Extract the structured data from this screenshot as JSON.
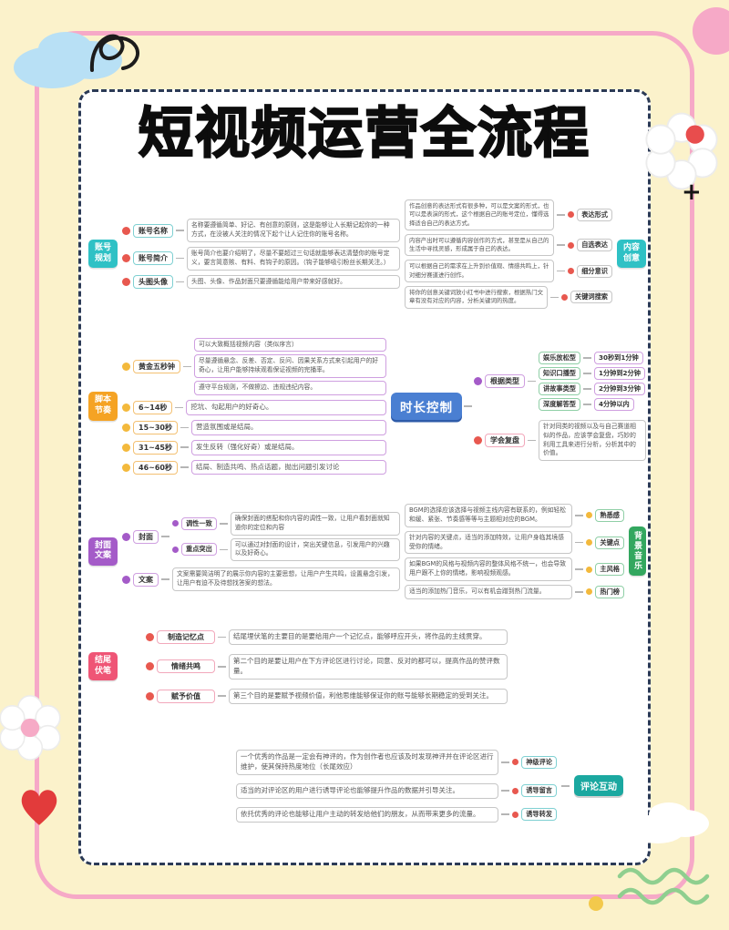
{
  "page": {
    "title": "短视频运营全流程"
  },
  "colors": {
    "background": "#fbf2cb",
    "frame_pink": "#f6a9c7",
    "card_border": "#2b3a56",
    "account": "#2fc1c5",
    "script": "#f5a324",
    "duration": "#4a7fd2",
    "cover": "#a45bc8",
    "bgm": "#33a75f",
    "ending": "#ef5576",
    "comments": "#1ba8a0"
  },
  "icons": {
    "sparkle": "+"
  },
  "account": {
    "tag": "账号规划",
    "items": [
      {
        "label": "账号名称",
        "desc": "名称要遵循简单、好记、有创意的原则，这是能够让人长期记起你的一种方式，在没被人关注的情况下起个让人记住你的账号名称。"
      },
      {
        "label": "账号简介",
        "desc": "账号简介也要介绍明了，尽量不要超过三句话就能够表达清楚你的账号定义，要言简意赅、有料、有钩子的原因。（钩子能够吸引粉丝长期关注。）"
      },
      {
        "label": "头图头像",
        "desc": "头图、头像、作品封面只要遵循能给用户带来好感就好。"
      }
    ]
  },
  "creative": {
    "tag": "内容创意",
    "items": [
      {
        "desc": "作品创意的表达形式有很多种，可以是文案的形式，也可以是表演的形式，这个根据自己的账号定位，懂得选择适合自己的表达方式。",
        "label": "表达形式"
      },
      {
        "desc": "内容产出时可以遵循内容创作的方式，甚至是从自己的生活中寻找灵感，形成属于自己的表达。",
        "label": "自选表达"
      },
      {
        "desc": "可以根据自己的需求在上升到价值观、情感共鸣上，针对细分赛道进行创作。",
        "label": "细分意识"
      },
      {
        "desc": "将你的创意关键词放小红书中进行搜索，根据热门文章有没有对应的内容，分析关键词的热度。",
        "label": "关键词搜索"
      }
    ]
  },
  "script": {
    "tag": "脚本节奏",
    "golden": {
      "label": "黄金五秒钟",
      "notes": [
        "可以大致概括视频内容（类似序言）",
        "尽量遵循悬念、反差、否定、反问、因果关系方式来引起用户的好奇心，让用户能够持续观看保证视频的完播率。",
        "遵守平台规则，不做擦边、违规违纪内容。"
      ]
    },
    "timeline": [
      {
        "label": "6~14秒",
        "desc": "挖坑、勾起用户的好奇心。"
      },
      {
        "label": "15~30秒",
        "desc": "营造氛围或是结局。"
      },
      {
        "label": "31~45秒",
        "desc": "发生反转（强化好奇）或是结局。"
      },
      {
        "label": "46~60秒",
        "desc": "结局、制造共鸣、热点话题，抛出问题引发讨论"
      }
    ]
  },
  "duration": {
    "title": "时长控制",
    "by_type": {
      "label": "根据类型",
      "types": [
        {
          "label": "娱乐放松型",
          "time": "30秒到1分钟"
        },
        {
          "label": "知识口播型",
          "time": "1分钟到2分钟"
        },
        {
          "label": "讲故事类型",
          "time": "2分钟到3分钟"
        },
        {
          "label": "深度解答型",
          "time": "4分钟以内"
        }
      ]
    },
    "review": {
      "label": "学会复盘",
      "desc": "针对同类的视频以及与自己赛道相似的作品，应该学会复盘，巧妙的利用工具来进行分析，分析其中的价值。"
    }
  },
  "cover": {
    "tag": "封面文案",
    "cover": {
      "label": "封面",
      "subs": [
        {
          "label": "调性一致",
          "desc": "确保封面的搭配和你内容的调性一致，让用户看封面就知道你的定位和内容"
        },
        {
          "label": "重点突出",
          "desc": "可以通过对封面的设计，突出关键信息，引发用户的兴趣以及好奇心。"
        }
      ]
    },
    "copy": {
      "label": "文案",
      "desc": "文案需要简洁明了的展示你内容的主要思想，让用户产生共鸣，设置悬念引发，让用户有迫不及待想找答案的想法。"
    }
  },
  "bgm": {
    "tag": "背景音乐",
    "items": [
      {
        "desc": "BGM的选择应该选择与视频主线内容有联系的，例如轻松和缓、紧张、节奏感等等与主题相对应的BGM。",
        "label": "熟悉感"
      },
      {
        "desc": "针对内容的关键点，适当的添加特效，让用户身临其境感受你的情绪。",
        "label": "关键点"
      },
      {
        "desc": "如果BGM的风格与视频内容的整体风格不统一，也会导致用户跟不上你的情绪，影响视频观感。",
        "label": "主风格"
      },
      {
        "desc": "适当的添加热门音乐，可以有机会蹭到热门流量。",
        "label": "热门榜"
      }
    ]
  },
  "ending": {
    "tag": "结尾伏笔",
    "items": [
      {
        "label": "制造记忆点",
        "desc": "结尾埋伏笔的主要目的是要给用户一个记忆点，能够呼应开头，将作品的主线贯穿。"
      },
      {
        "label": "情绪共鸣",
        "desc": "第二个目的是要让用户在下方评论区进行讨论，同意、反对的都可以，提高作品的赞评数量。"
      },
      {
        "label": "赋予价值",
        "desc": "第三个目的是要赋予视频价值，利他思维能够保证你的账号能够长期稳定的受到关注。"
      }
    ]
  },
  "comments": {
    "tag": "评论互动",
    "items": [
      {
        "desc": "一个优秀的作品是一定会有神评的，作为创作者也应该及时发现神评并在评论区进行维护，使其保持热度地位（长尾效应）",
        "label": "神级评论"
      },
      {
        "desc": "适当的对评论区的用户进行诱导评论也能够提升作品的数据并引导关注。",
        "label": "诱导留言"
      },
      {
        "desc": "依托优秀的评论也能够让用户主动的转发给他们的朋友，从而带来更多的流量。",
        "label": "诱导转发"
      }
    ]
  }
}
